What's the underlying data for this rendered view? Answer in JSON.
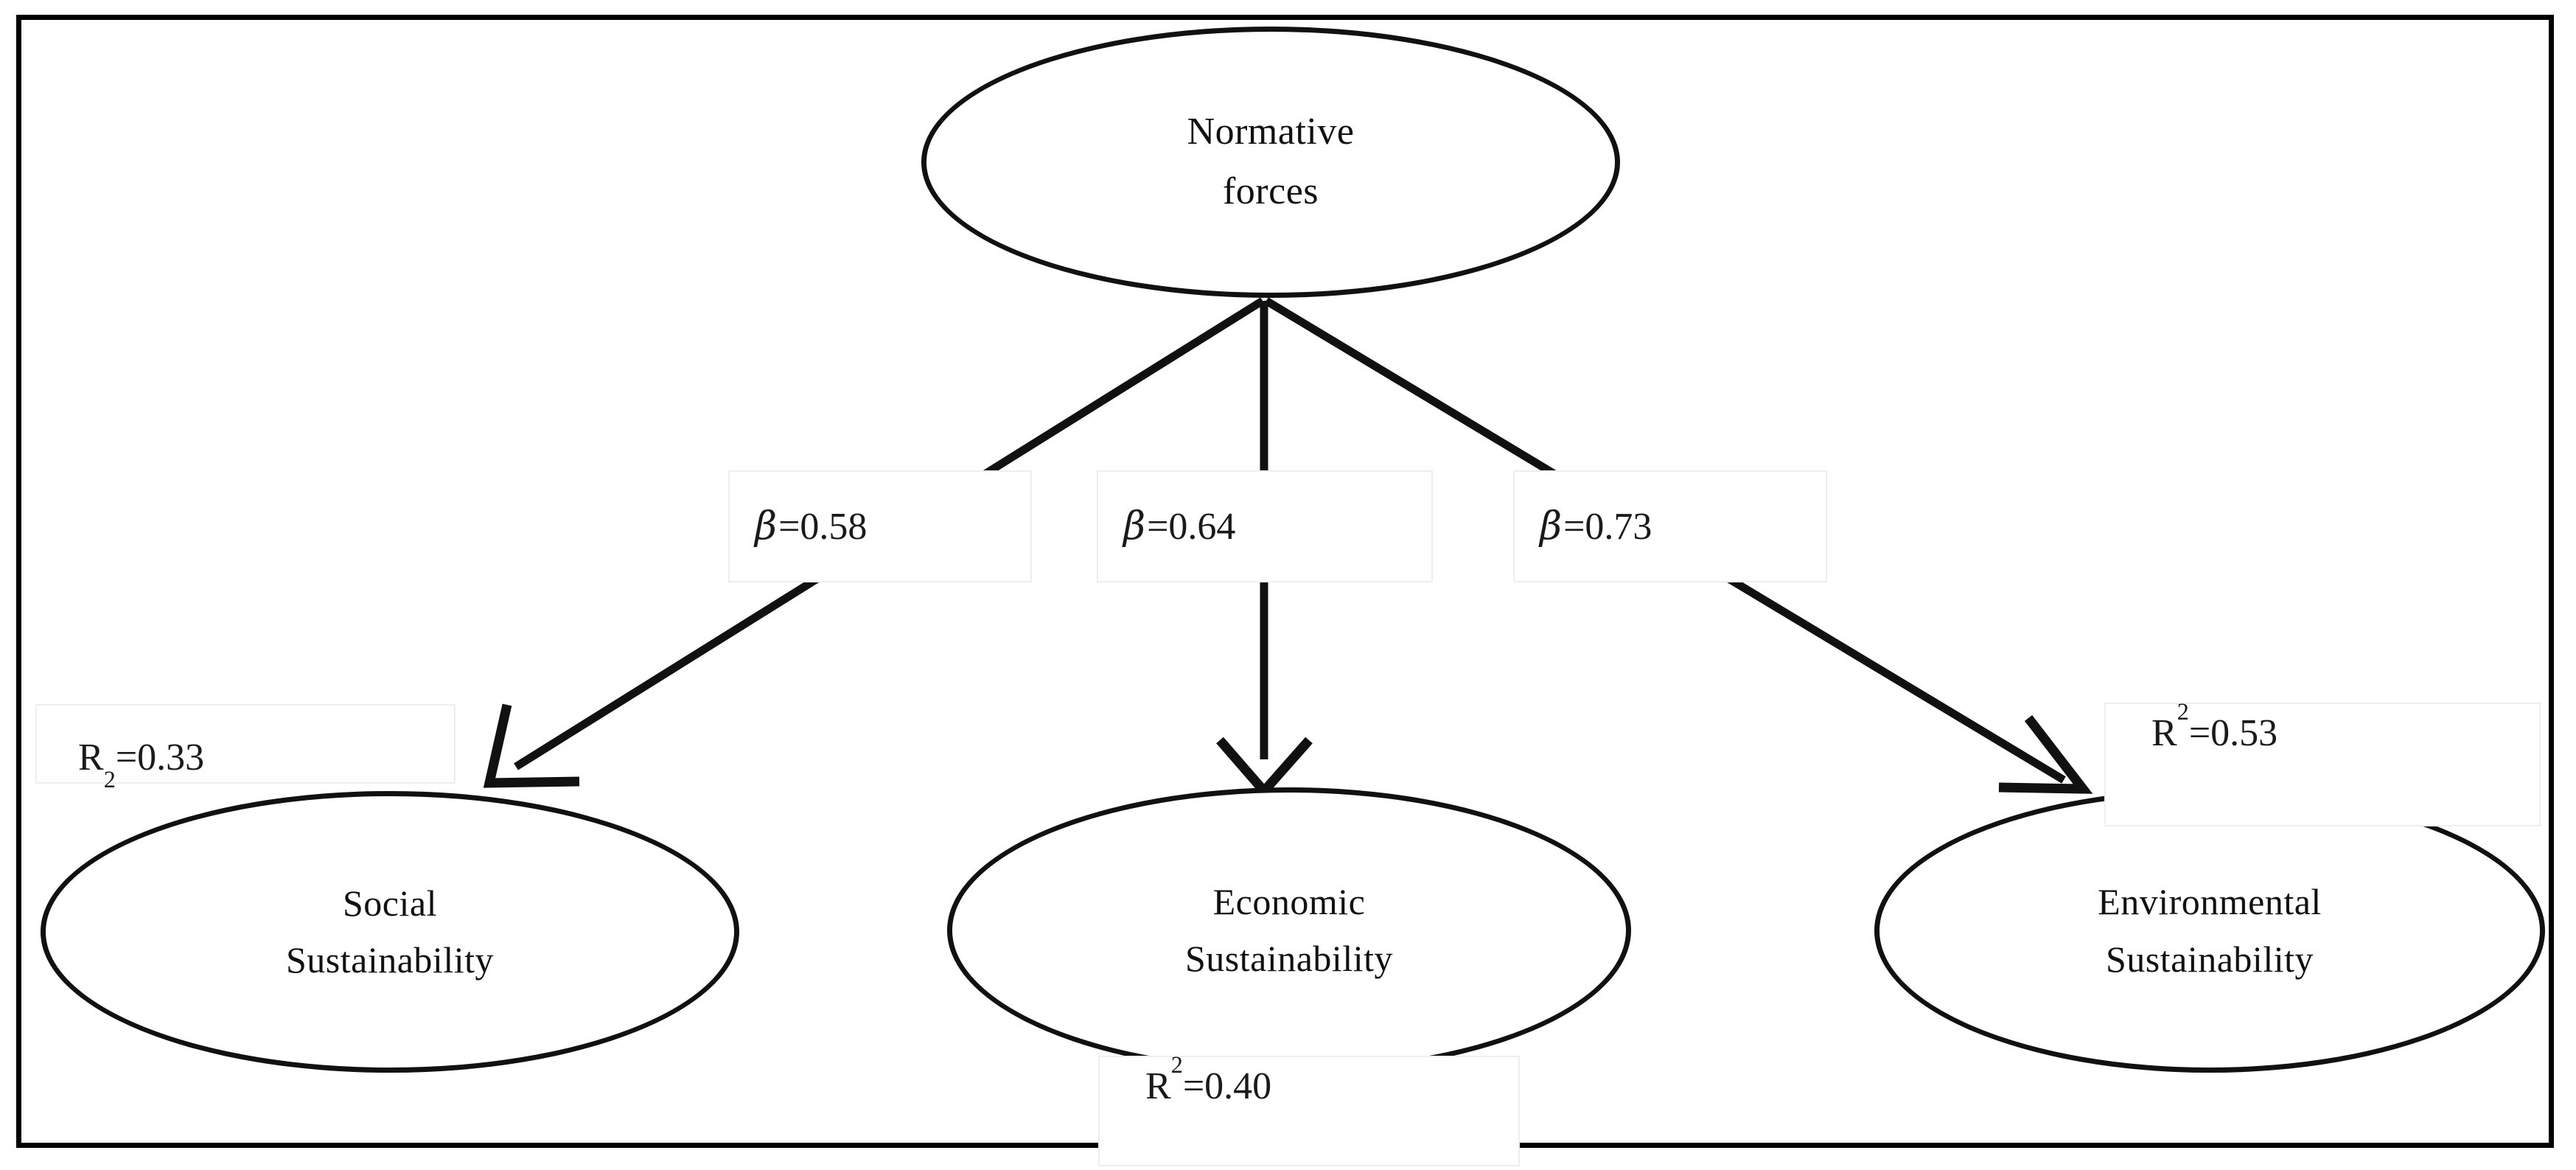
{
  "diagram": {
    "title": "Normative forces structural model",
    "frame_color": "#000000",
    "node_outline_color": "#111111",
    "label_box_border_color": "#eeeeee",
    "background": "#ffffff"
  },
  "nodes": {
    "normative": {
      "name": "normative-forces",
      "line1": "Normative",
      "line2": "forces"
    },
    "social": {
      "name": "social-sustainability",
      "line1": "Social",
      "line2": "Sustainability"
    },
    "economic": {
      "name": "economic-sustainability",
      "line1": "Economic",
      "line2": "Sustainability"
    },
    "environmental": {
      "name": "environmental-sustainability",
      "line1": "Environmental",
      "line2": "Sustainability"
    }
  },
  "path_coefficients": [
    {
      "id": "beta-social",
      "symbol": "β",
      "equals": "=0.58",
      "value": 0.58,
      "from": "Normative forces",
      "to": "Social Sustainability"
    },
    {
      "id": "beta-economic",
      "symbol": "β",
      "equals": "=0.64",
      "value": 0.64,
      "from": "Normative forces",
      "to": "Economic Sustainability"
    },
    {
      "id": "beta-environmental",
      "symbol": "β",
      "equals": "=0.73",
      "value": 0.73,
      "from": "Normative forces",
      "to": "Environmental Sustainability"
    }
  ],
  "r_squared": [
    {
      "id": "r2-social",
      "prefix": "R",
      "exponent": "2",
      "equals": "=0.33",
      "value": 0.33,
      "target": "Social Sustainability"
    },
    {
      "id": "r2-economic",
      "prefix": "R",
      "exponent": "2",
      "equals": "=0.40",
      "value": 0.4,
      "target": "Economic Sustainability"
    },
    {
      "id": "r2-environmental",
      "prefix": "R",
      "exponent": "2",
      "equals": "=0.53",
      "value": 0.53,
      "target": "Environmental Sustainability"
    }
  ],
  "chart_data": {
    "type": "diagram",
    "title": "Normative forces structural model",
    "source_construct": "Normative forces",
    "targets": [
      "Social Sustainability",
      "Economic Sustainability",
      "Environmental Sustainability"
    ],
    "beta_values": [
      0.58,
      0.64,
      0.73
    ],
    "r_squared_values": [
      0.33,
      0.4,
      0.53
    ]
  }
}
